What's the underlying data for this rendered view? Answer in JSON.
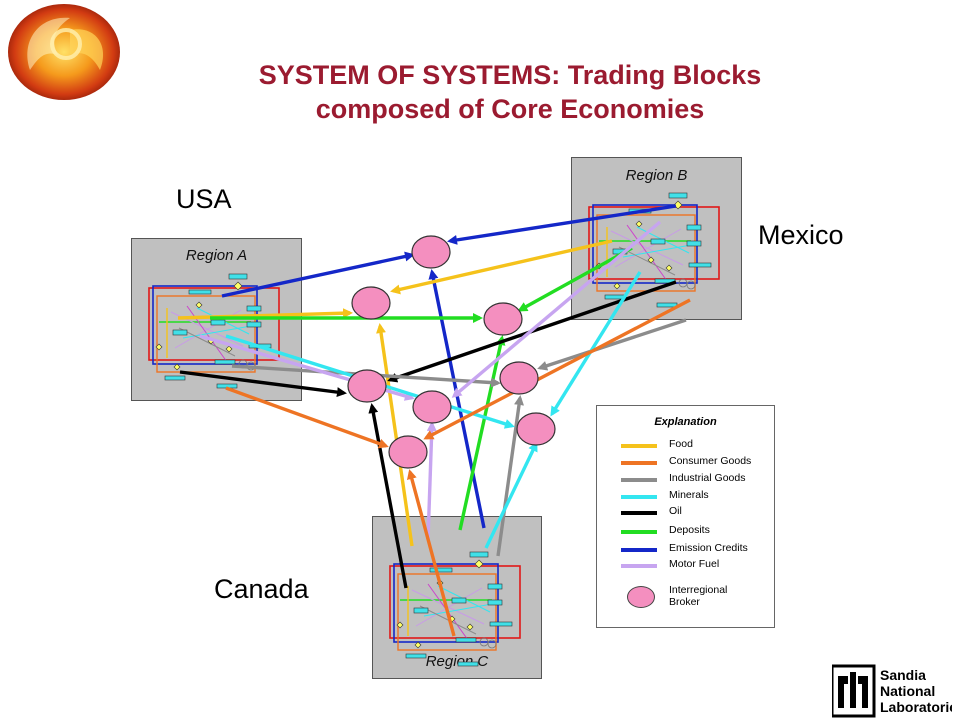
{
  "title": {
    "line1": "SYSTEM OF SYSTEMS: Trading Blocks",
    "line2": "composed of Core Economies"
  },
  "countries": {
    "usa": "USA",
    "mexico": "Mexico",
    "canada": "Canada"
  },
  "regions": {
    "a": "Region A",
    "b": "Region B",
    "c": "Region C"
  },
  "legend": {
    "title": "Explanation",
    "items": [
      {
        "label": "Food",
        "color": "#f5c21b"
      },
      {
        "label": "Consumer Goods",
        "color": "#ee7424"
      },
      {
        "label": "Industrial Goods",
        "color": "#8c8c8c"
      },
      {
        "label": "Minerals",
        "color": "#33e6f0"
      },
      {
        "label": "Oil",
        "color": "#000000"
      },
      {
        "label": "Deposits",
        "color": "#22dd22"
      },
      {
        "label": "Emission Credits",
        "color": "#1427c8"
      },
      {
        "label": "Motor Fuel",
        "color": "#c7a5f0"
      }
    ],
    "broker_label": "Interregional Broker",
    "broker_color": "#f48fbf"
  }
}
